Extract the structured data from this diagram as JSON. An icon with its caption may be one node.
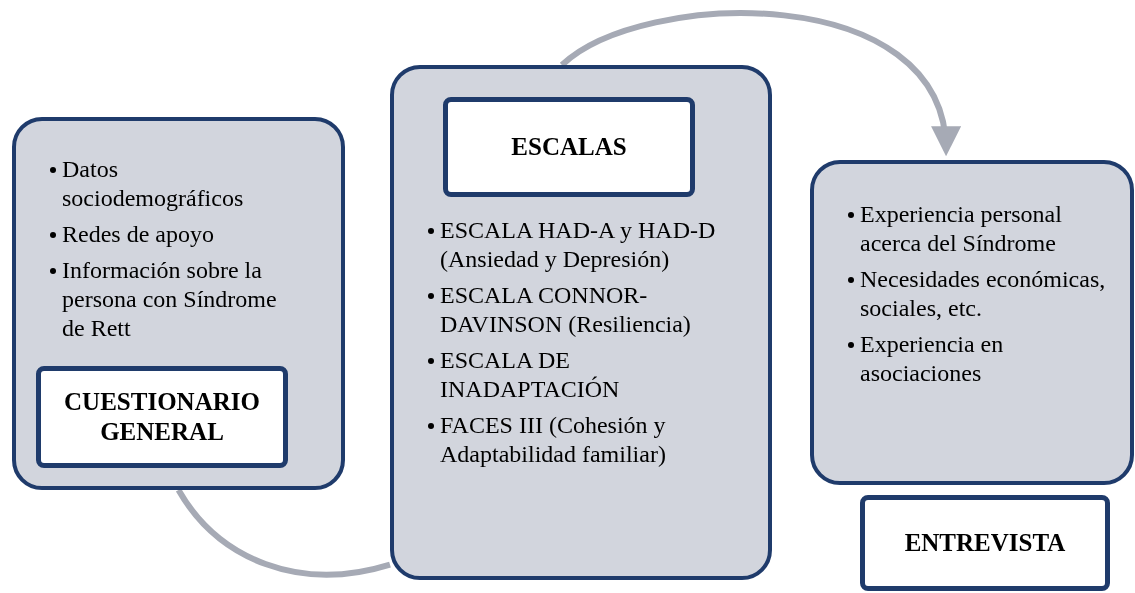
{
  "diagram": {
    "nodes": [
      {
        "text": [
          "Datos sociodemográficos",
          "Redes de apoyo",
          "Información sobre la persona con Síndrome de Rett"
        ]
      },
      {
        "text": [
          "CUESTIONARIO GENERAL"
        ],
        "in": 0
      },
      {
        "text": [
          "ESCALA HAD-A y HAD-D (Ansiedad y Depresión)",
          "ESCALA CONNOR-DAVINSON (Resiliencia)",
          "ESCALA DE INADAPTACIÓN",
          "FACES III (Cohesión y Adaptabilidad familiar)"
        ]
      },
      {
        "text": [
          "ESCALAS"
        ],
        "in": 2
      },
      {
        "text": [
          "Experiencia personal acerca del Síndrome",
          "Necesidades económicas, sociales, etc.",
          "Experiencia en asociaciones"
        ]
      },
      {
        "text": [
          "ENTREVISTA"
        ]
      }
    ],
    "edges": [
      {
        "from": 0,
        "to": 2,
        "arrow": "none"
      },
      {
        "from": 2,
        "to": 4,
        "arrow": "to"
      }
    ]
  }
}
